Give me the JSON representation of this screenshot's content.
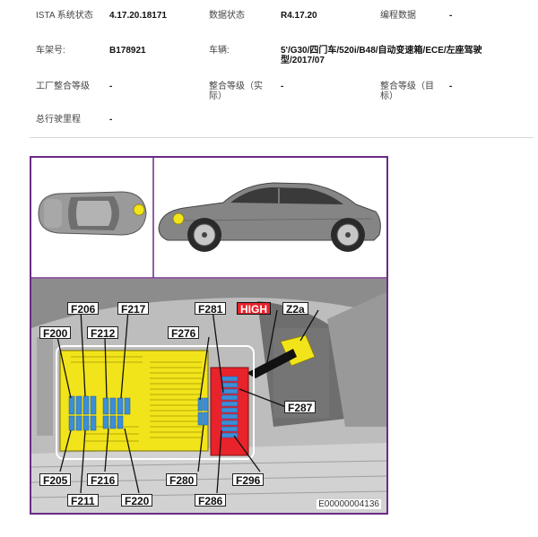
{
  "info": {
    "ista_label": "ISTA 系统状态",
    "ista_value": "4.17.20.18171",
    "data_status_label": "数据状态",
    "data_status_value": "R4.17.20",
    "prog_data_label": "编程数据",
    "prog_data_value": "-",
    "chassis_label": "车架号:",
    "chassis_value": "B178921",
    "vehicle_label": "车辆:",
    "vehicle_value": "5'/G30/四门车/520i/B48/自动变速箱/ECE/左座驾驶型/2017/07",
    "factory_level_label": "工厂整合等级",
    "factory_level_value": "-",
    "actual_level_label": "整合等级（实际）",
    "actual_level_value": "-",
    "target_level_label": "整合等级（目标）",
    "target_level_value": "-",
    "mileage_label": "总行驶里程",
    "mileage_value": "-"
  },
  "figure": {
    "id": "E00000004136",
    "labels": {
      "f206": "F206",
      "f217": "F217",
      "f281": "F281",
      "high": "HIGH",
      "z2a": "Z2a",
      "f200": "F200",
      "f212": "F212",
      "f276": "F276",
      "f287": "F287",
      "f205": "F205",
      "f216": "F216",
      "f280": "F280",
      "f296": "F296",
      "f211": "F211",
      "f220": "F220",
      "f286": "F286"
    }
  },
  "colors": {
    "frame": "#6b2a86",
    "fusebox": "#f2e41b",
    "fuse_blue": "#3c8ed8",
    "high_block": "#e8232b",
    "location_dot": "#f2e41b"
  }
}
